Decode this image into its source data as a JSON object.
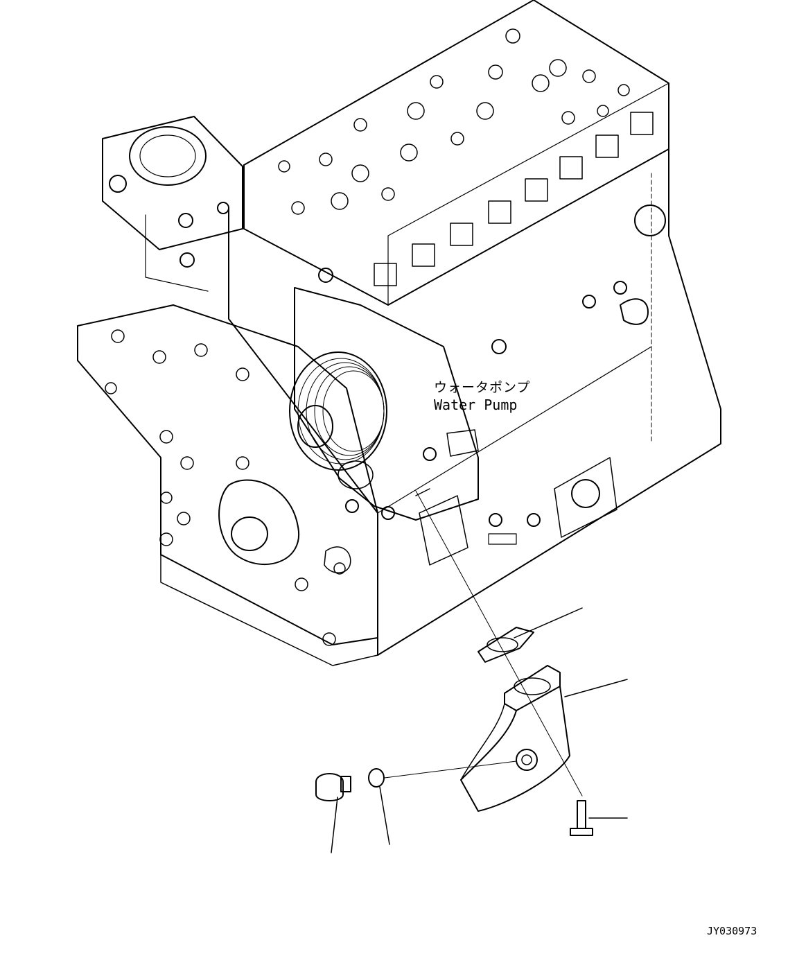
{
  "callout": {
    "jp": "ウォータポンプ",
    "en": "Water Pump"
  },
  "drawing_id": "JY030973",
  "parts": [
    {
      "name": "gasket"
    },
    {
      "name": "water-pipe-elbow"
    },
    {
      "name": "bolt"
    },
    {
      "name": "plug"
    },
    {
      "name": "o-ring"
    }
  ],
  "colors": {
    "line": "#000000",
    "background": "#ffffff"
  }
}
